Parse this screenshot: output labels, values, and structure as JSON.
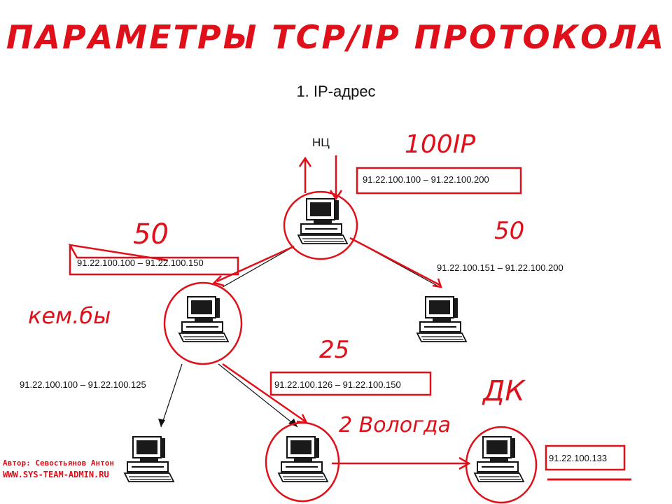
{
  "title": "ПАРАМЕТРЫ TCP/IP ПРОТОКОЛА",
  "subtitle": "1. IP-адрес",
  "nodes": {
    "top": {
      "label": "НЦ"
    }
  },
  "ranges": {
    "top": "91.22.100.100 – 91.22.100.200",
    "left": "91.22.100.100 – 91.22.100.150",
    "right": "91.22.100.151 – 91.22.100.200",
    "mid_left": "91.22.100.100 – 91.22.100.125",
    "mid_right": "91.22.100.126 – 91.22.100.150",
    "bottom_right": "91.22.100.133"
  },
  "annotations": {
    "top_count": "100IP",
    "left_count": "50",
    "right_count": "50",
    "mid_count": "25",
    "left_node": "кем.бы",
    "bottom_edge": "2 Вологда",
    "bottom_right_node": "ДК"
  },
  "credits": {
    "author": "Автор: Севостьянов Антон",
    "site": "WWW.SYS-TEAM-ADMIN.RU"
  },
  "colors": {
    "accent": "#e0101a",
    "text": "#111111",
    "computer": "#1a1a1a"
  }
}
